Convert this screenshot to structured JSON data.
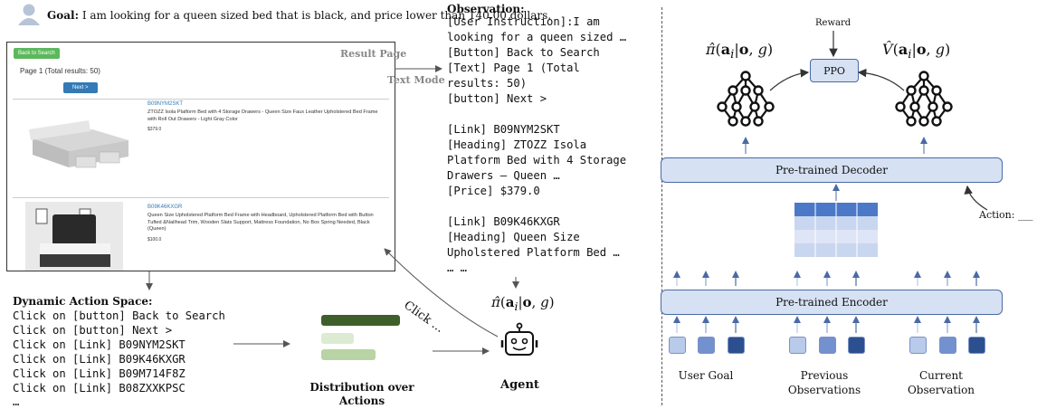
{
  "goal": {
    "label": "Goal:",
    "text": "I am looking for a queen sized bed that is black, and price lower than 140.00 dollars."
  },
  "webpage": {
    "back_button": "Back to Search",
    "page_info": "Page 1 (Total results: 50)",
    "next_button": "Next >",
    "products": [
      {
        "asin": "B09NYM2SKT",
        "title": "ZTOZZ Isola Platform Bed with 4 Storage Drawers - Queen Size Faux Leather Upholstered Bed Frame with Roll Out Drawers - Light Gray Color",
        "price": "$379.0"
      },
      {
        "asin": "B09K46KXGR",
        "title": "Queen Size Upholstered Platform Bed Frame with Headboard, Upholstered Platform Bed with Button Tufted &Nailhead Trim, Wooden Slats Support, Mattress Foundation, No Box Spring Needed, Black (Queen)",
        "price": "$100.0"
      }
    ]
  },
  "labels": {
    "result_page": "Result Page",
    "text_mode": "Text Mode",
    "agent": "Agent",
    "distribution": "Distribution over Actions",
    "click": "Click ..."
  },
  "observation": {
    "title": "Observation:",
    "lines": [
      "[User Instruction]:I am",
      "looking for a queen sized …",
      "[Button] Back to Search",
      "[Text] Page 1 (Total",
      "results: 50)",
      "[button] Next >",
      "",
      "[Link] B09NYM2SKT",
      "[Heading] ZTOZZ Isola",
      "Platform Bed with 4 Storage",
      "Drawers – Queen …",
      "[Price] $379.0",
      "",
      "[Link] B09K46KXGR",
      "[Heading] Queen Size",
      "Upholstered Platform Bed …",
      "… …"
    ]
  },
  "action_space": {
    "title": "Dynamic Action Space:",
    "lines": [
      "Click on [button] Back to Search",
      "Click on [button] Next >",
      "Click on [Link] B09NYM2SKT",
      "Click on [Link] B09K46KXGR",
      "Click on [Link] B09M714F8Z",
      "Click on [Link] B08ZXXKPSC",
      "…"
    ]
  },
  "right": {
    "reward": "Reward",
    "ppo": "PPO",
    "decoder": "Pre-trained Decoder",
    "encoder": "Pre-trained Encoder",
    "action": "Action: ___",
    "groups": [
      "User Goal",
      "Previous Observations",
      "Current Observation"
    ]
  },
  "colors": {
    "dark_green": "#3f5f2a",
    "mid_green": "#b8d3a4",
    "light_green": "#dcebd2",
    "box_fill": "#d6e1f3",
    "dark_blue": "#2c4f8f"
  }
}
